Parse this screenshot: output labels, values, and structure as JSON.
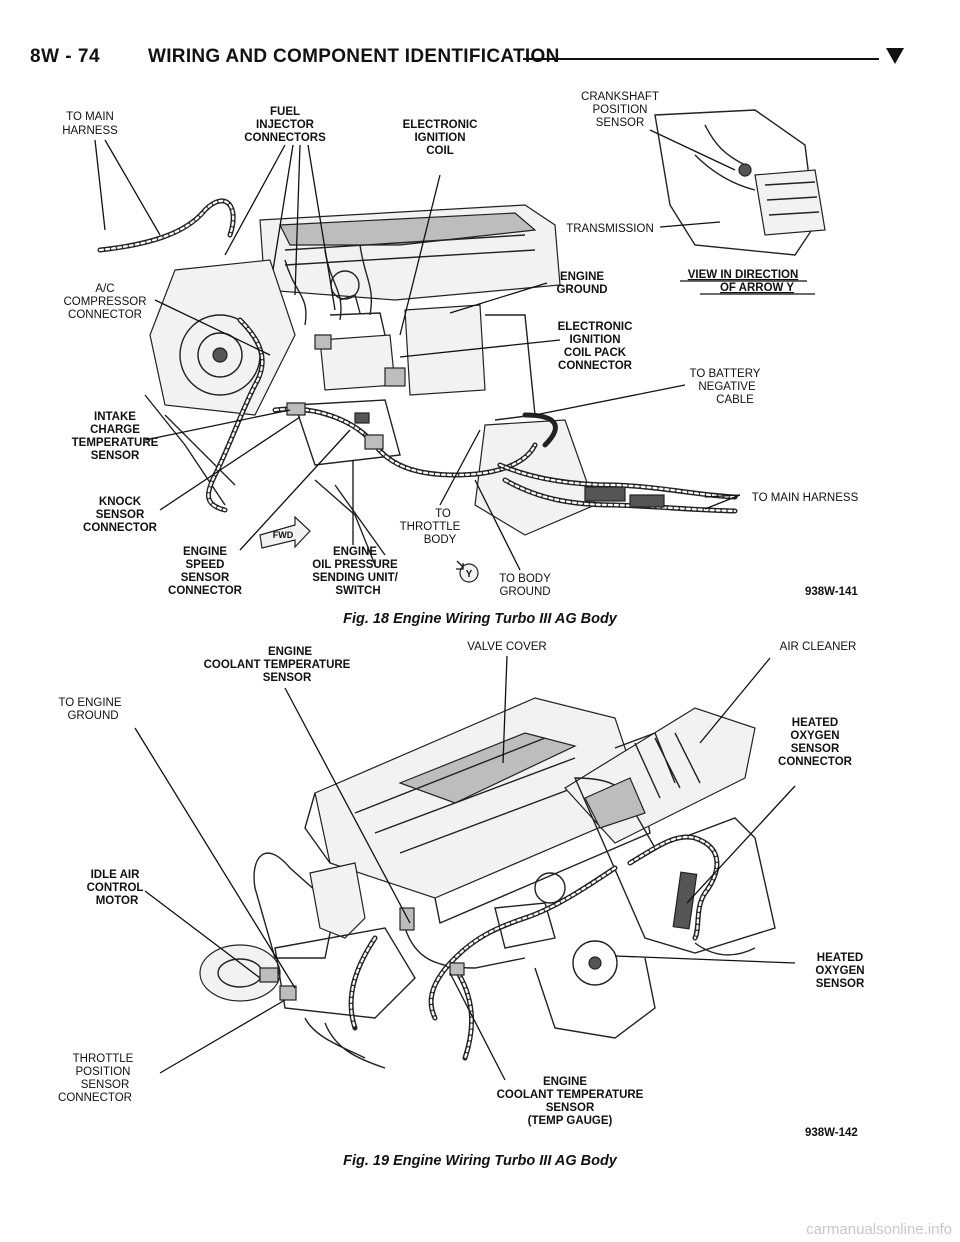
{
  "header": {
    "section": "8W - 74",
    "title": "WIRING AND COMPONENT IDENTIFICATION"
  },
  "figures": [
    {
      "caption": "Fig. 18 Engine Wiring Turbo III AG Body",
      "code": "938W-141",
      "labels": {
        "to_main_harness_top": [
          "TO MAIN",
          "HARNESS"
        ],
        "fuel_injector": [
          "FUEL",
          "INJECTOR",
          "CONNECTORS"
        ],
        "electronic_ignition_coil": [
          "ELECTRONIC",
          "IGNITION",
          "COIL"
        ],
        "crankshaft_sensor": [
          "CRANKSHAFT",
          "POSITION",
          "SENSOR"
        ],
        "transmission": [
          "TRANSMISSION"
        ],
        "view_direction": [
          "VIEW IN DIRECTION",
          "OF ARROW Y"
        ],
        "engine_ground": [
          "ENGINE",
          "GROUND"
        ],
        "ac_compressor": [
          "A/C",
          "COMPRESSOR",
          "CONNECTOR"
        ],
        "coil_pack": [
          "ELECTRONIC",
          "IGNITION",
          "COIL PACK",
          "CONNECTOR"
        ],
        "battery_cable": [
          "TO BATTERY",
          "NEGATIVE",
          "CABLE"
        ],
        "intake_charge": [
          "INTAKE",
          "CHARGE",
          "TEMPERATURE",
          "SENSOR"
        ],
        "to_main_harness_right": [
          "TO MAIN HARNESS"
        ],
        "knock_sensor": [
          "KNOCK",
          "SENSOR",
          "CONNECTOR"
        ],
        "fwd": "FWD",
        "to_throttle_body": [
          "TO",
          "THROTTLE",
          "BODY"
        ],
        "engine_speed": [
          "ENGINE",
          "SPEED",
          "SENSOR",
          "CONNECTOR"
        ],
        "oil_pressure": [
          "ENGINE",
          "OIL PRESSURE",
          "SENDING UNIT/",
          "SWITCH"
        ],
        "arrow_y": "Y",
        "body_ground": [
          "TO BODY",
          "GROUND"
        ]
      }
    },
    {
      "caption": "Fig. 19 Engine Wiring Turbo III AG Body",
      "code": "938W-142",
      "labels": {
        "coolant_top": [
          "ENGINE",
          "COOLANT TEMPERATURE",
          "SENSOR"
        ],
        "valve_cover": [
          "VALVE COVER"
        ],
        "air_cleaner": [
          "AIR CLEANER"
        ],
        "to_engine_ground": [
          "TO ENGINE",
          "GROUND"
        ],
        "heated_o2_connector": [
          "HEATED",
          "OXYGEN",
          "SENSOR",
          "CONNECTOR"
        ],
        "idle_air": [
          "IDLE AIR",
          "CONTROL",
          "MOTOR"
        ],
        "heated_o2": [
          "HEATED",
          "OXYGEN",
          "SENSOR"
        ],
        "throttle_position": [
          "THROTTLE",
          "POSITION",
          "SENSOR",
          "CONNECTOR"
        ],
        "coolant_bottom": [
          "ENGINE",
          "COOLANT TEMPERATURE",
          "SENSOR",
          "(TEMP GAUGE)"
        ]
      }
    }
  ],
  "watermark": "carmanualsonline.info"
}
